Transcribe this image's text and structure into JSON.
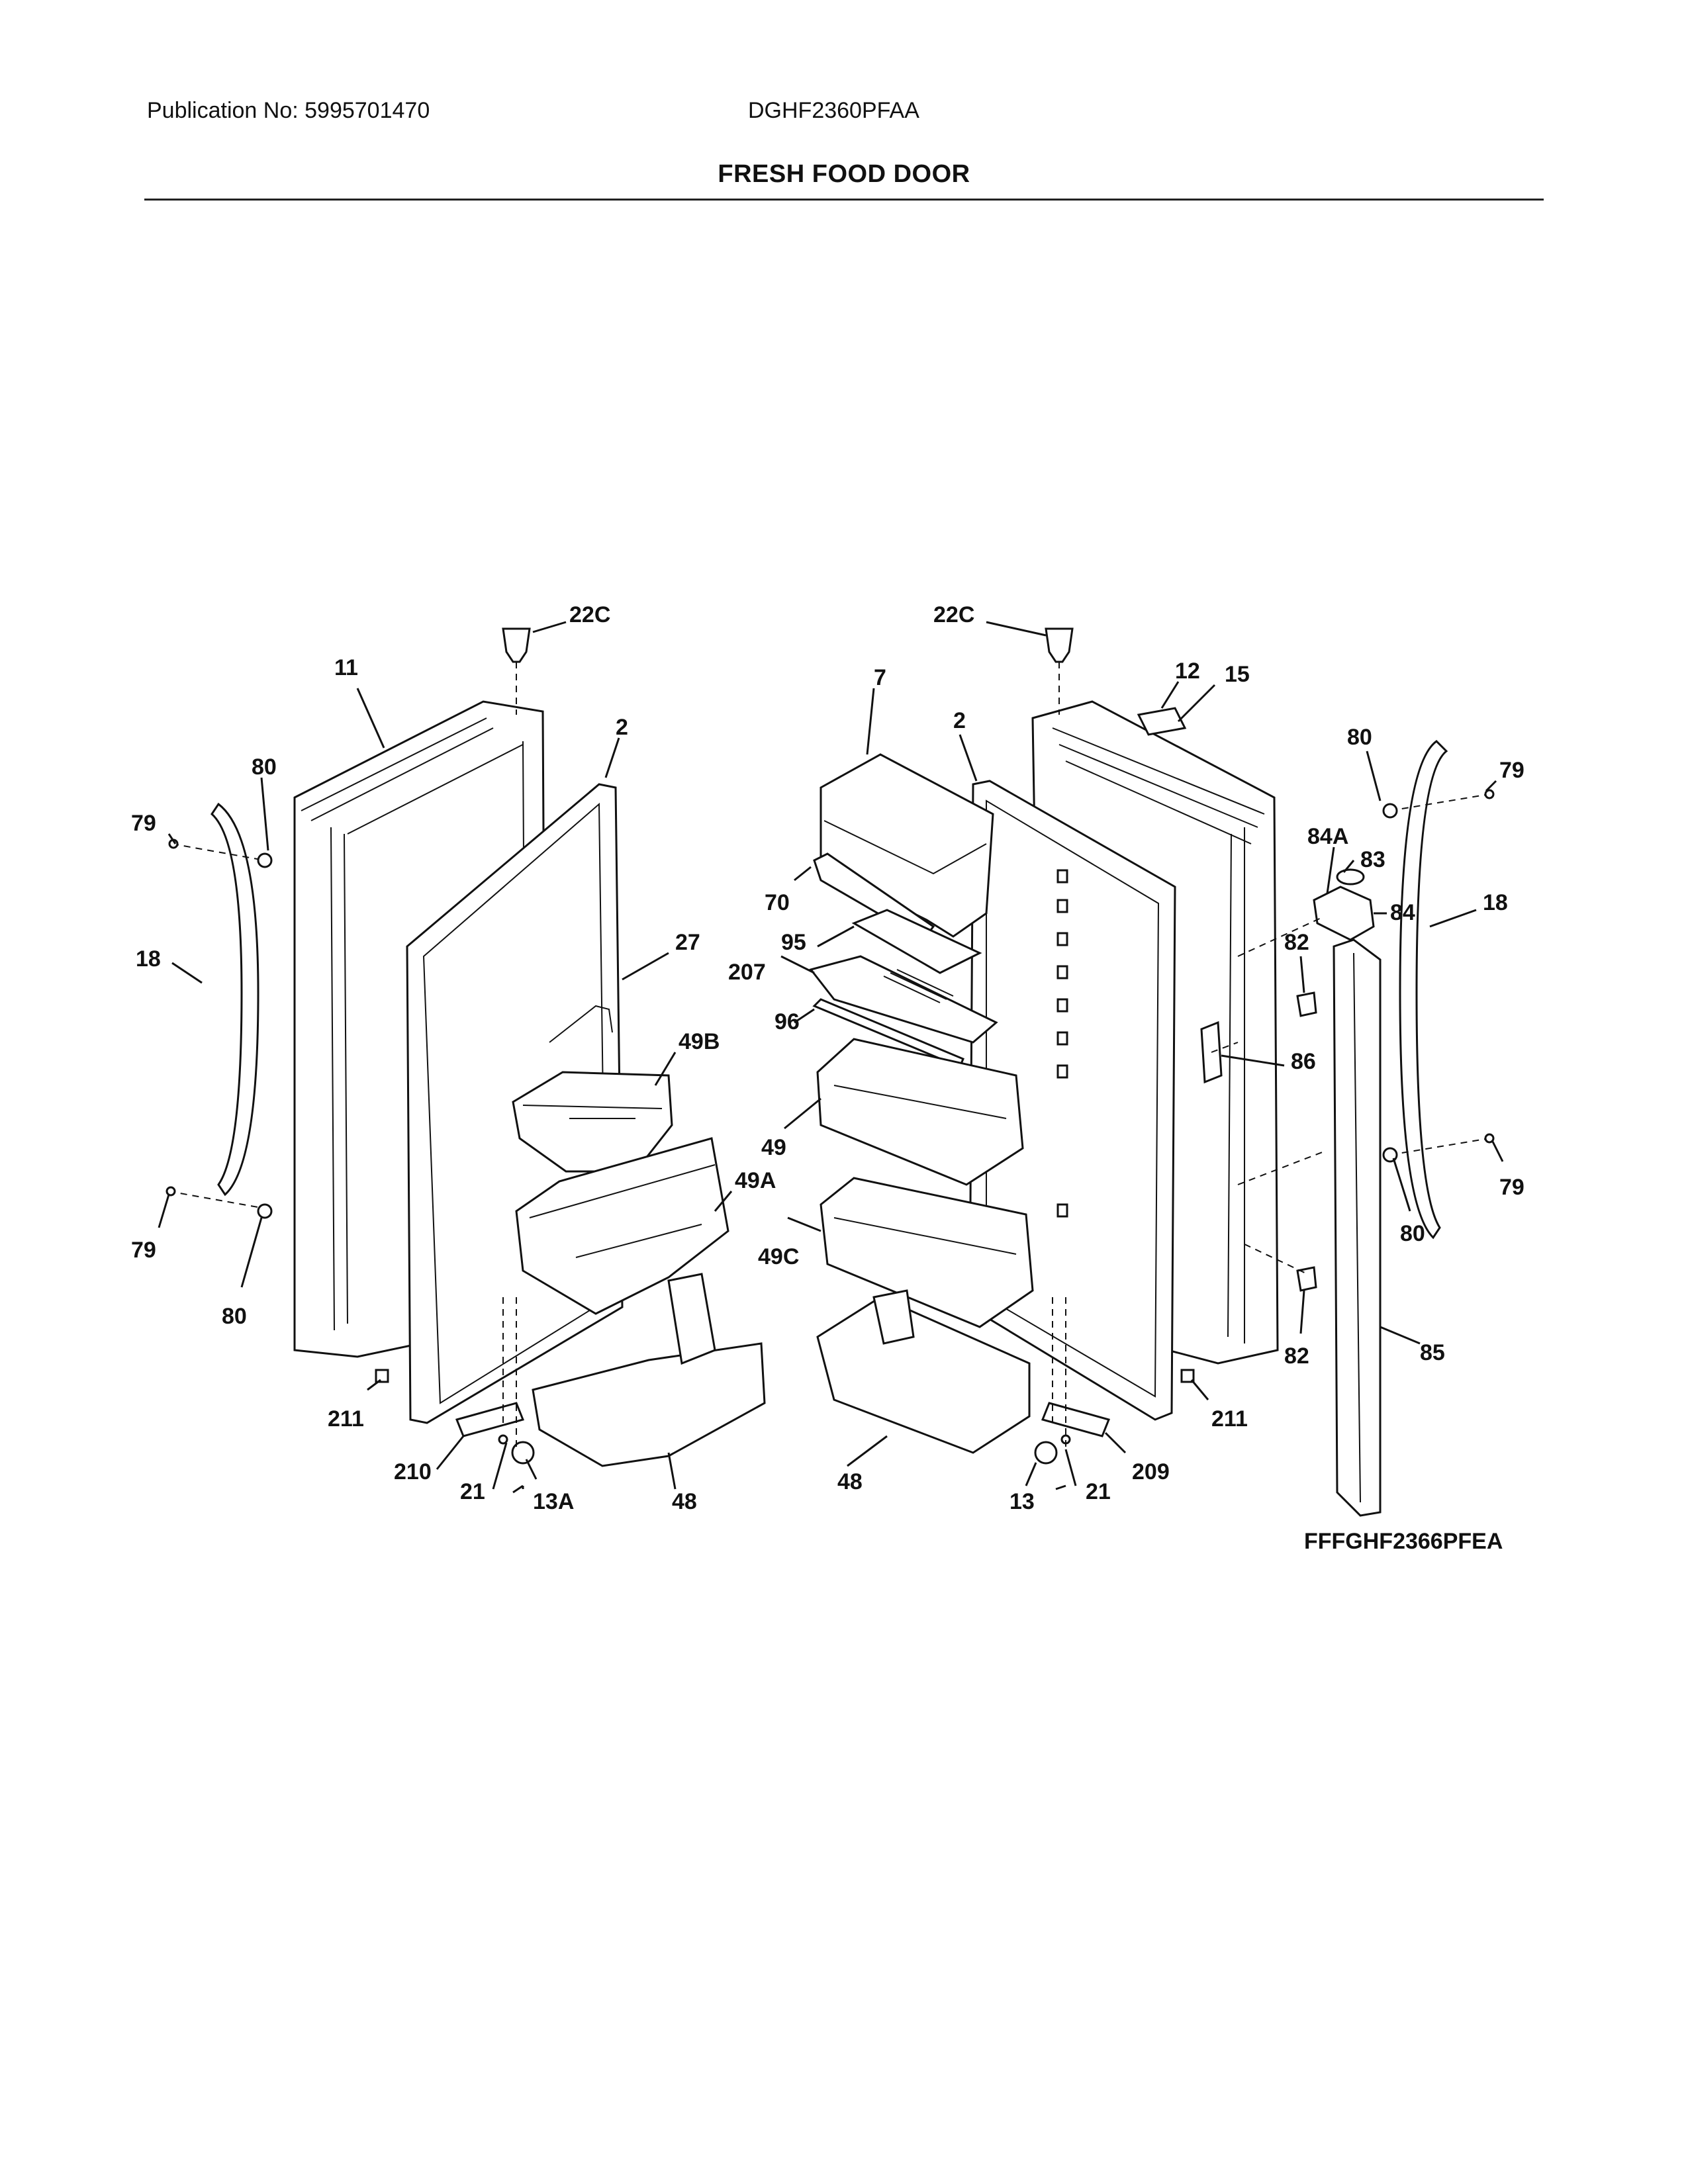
{
  "header": {
    "publication": "Publication No: 5995701470",
    "model": "DGHF2360PFAA"
  },
  "title": "FRESH FOOD DOOR",
  "figure_code": "FFFGHF2366PFEA",
  "callouts": {
    "c22c_l": "22C",
    "c11": "11",
    "c2_l": "2",
    "c80_tl": "80",
    "c79_tl": "79",
    "c18_l": "18",
    "c27": "27",
    "c49b": "49B",
    "c49a": "49A",
    "c79_bl": "79",
    "c80_bl": "80",
    "c211_l": "211",
    "c210": "210",
    "c21_l": "21",
    "c13a": "13A",
    "c48_l": "48",
    "c22c_r": "22C",
    "c7": "7",
    "c2_r": "2",
    "c12": "12",
    "c15": "15",
    "c80_tr": "80",
    "c79_tr": "79",
    "c84a": "84A",
    "c83": "83",
    "c84": "84",
    "c18_r": "18",
    "c70": "70",
    "c95": "95",
    "c207": "207",
    "c96": "96",
    "c82_t": "82",
    "c86": "86",
    "c49": "49",
    "c49c": "49C",
    "c80_br": "80",
    "c79_br": "79",
    "c82_b": "82",
    "c85": "85",
    "c211_r": "211",
    "c48_r": "48",
    "c209": "209",
    "c13": "13",
    "c21_r": "21"
  }
}
